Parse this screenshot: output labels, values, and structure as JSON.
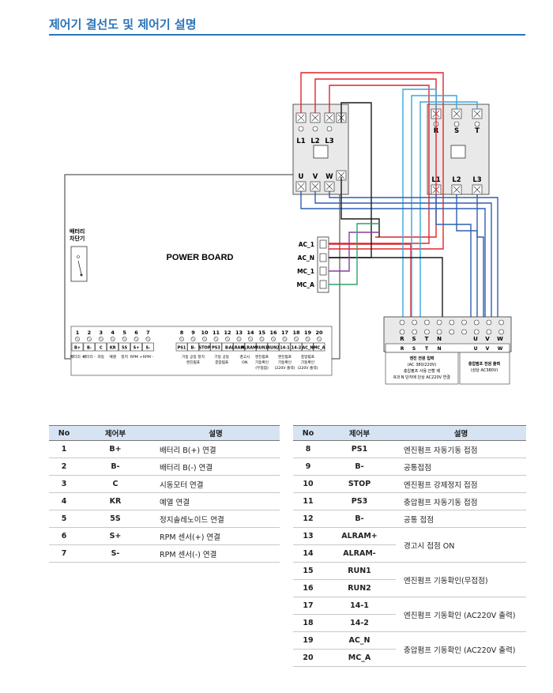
{
  "header": {
    "title": "제어기 결선도 및 제어기 설명"
  },
  "diagram": {
    "power_board_label": "POWER BOARD",
    "battery_label": [
      "배터리",
      "차단기"
    ],
    "contactor_left": {
      "top_labels": [
        "L1",
        "L2",
        "L3"
      ],
      "bottom_labels": [
        "U",
        "V",
        "W"
      ]
    },
    "contactor_right": {
      "top_labels": [
        "R",
        "S",
        "T"
      ],
      "bottom_labels": [
        "L1",
        "L2",
        "L3"
      ]
    },
    "side_terminals": [
      "AC_1",
      "AC_N",
      "MC_1",
      "MC_A"
    ],
    "bottom_terminals": {
      "numbers": [
        "1",
        "2",
        "3",
        "4",
        "5",
        "6",
        "7",
        "8",
        "9",
        "10",
        "11",
        "12",
        "13",
        "14",
        "15",
        "16",
        "17",
        "18",
        "19",
        "20"
      ],
      "labels": [
        "B+",
        "B-",
        "C",
        "KR",
        "5S",
        "S+",
        "S-",
        "PS1",
        "B-",
        "STOP",
        "PS3",
        "B-",
        "ALRAM +",
        "ALRAM -",
        "RUN1",
        "RUN2",
        "14-1",
        "14-2",
        "AC_N",
        "MC_A"
      ],
      "descriptions": [
        [
          "배터리 +"
        ],
        [
          "배터리 -"
        ],
        [
          "자동"
        ],
        [
          "예열"
        ],
        [
          "정지"
        ],
        [
          "RPM +"
        ],
        [
          "RPM -"
        ],
        [
          "기동 공동 정지",
          "엔진펌프"
        ],
        [
          "기동 공동",
          "충압펌프"
        ],
        [
          "경고시",
          "ON"
        ],
        [
          "엔진펌프",
          "기동확인",
          "(무접점)"
        ],
        [
          "엔진펌프",
          "기동확인",
          "(220V 출력)"
        ],
        [
          "충압펌프",
          "기동확인",
          "(220V 출력)"
        ]
      ]
    },
    "input_terminal": {
      "labels": [
        "R",
        "S",
        "T",
        "N",
        "U",
        "V",
        "W"
      ],
      "left_desc": [
        "엔진 전원 입력",
        "(AC 380/220V)",
        "충압펌프 사용 안할 때",
        "R과 N 단자에 단상 AC220V 연결"
      ],
      "right_desc": [
        "충압펌프 전원 출력",
        "(삼상 AC380V)"
      ]
    },
    "wire_colors": {
      "red": "#e0252b",
      "blue": "#2f5fb3",
      "sky": "#35a9df",
      "green": "#2aa36a",
      "purple": "#8a3d9c",
      "black": "#1b1b1b"
    }
  },
  "table_left": {
    "headers": [
      "No",
      "제어부",
      "설명"
    ],
    "rows": [
      {
        "no": "1",
        "code": "B+",
        "desc": "배터리 B(+) 연결"
      },
      {
        "no": "2",
        "code": "B-",
        "desc": "배터리 B(-) 연결"
      },
      {
        "no": "3",
        "code": "C",
        "desc": "시동모터 연결"
      },
      {
        "no": "4",
        "code": "KR",
        "desc": "예열 연결"
      },
      {
        "no": "5",
        "code": "5S",
        "desc": "정지솔레노이드 연결"
      },
      {
        "no": "6",
        "code": "S+",
        "desc": "RPM 센서(+) 연결"
      },
      {
        "no": "7",
        "code": "S-",
        "desc": "RPM 센서(-) 연결"
      }
    ]
  },
  "table_right": {
    "headers": [
      "No",
      "제어부",
      "설명"
    ],
    "rows": [
      {
        "no": "8",
        "code": "PS1",
        "desc": "엔진펌프 자동기동 접점"
      },
      {
        "no": "9",
        "code": "B-",
        "desc": "공통접점"
      },
      {
        "no": "10",
        "code": "STOP",
        "desc": "엔진펌프 강제정지 접점"
      },
      {
        "no": "11",
        "code": "PS3",
        "desc": "충압펌프 자동기동 접점"
      },
      {
        "no": "12",
        "code": "B-",
        "desc": "공통 접점"
      },
      {
        "no": "13",
        "code": "ALRAM+",
        "desc": "경고시 접점 ON"
      },
      {
        "no": "14",
        "code": "ALRAM-",
        "desc": ""
      },
      {
        "no": "15",
        "code": "RUN1",
        "desc": "엔진펌프 기동확인(무접점)"
      },
      {
        "no": "16",
        "code": "RUN2",
        "desc": ""
      },
      {
        "no": "17",
        "code": "14-1",
        "desc": "엔진펌프 기동확인 (AC220V 출력)"
      },
      {
        "no": "18",
        "code": "14-2",
        "desc": ""
      },
      {
        "no": "19",
        "code": "AC_N",
        "desc": "충압펌프 기동확인 (AC220V 출력)"
      },
      {
        "no": "20",
        "code": "MC_A",
        "desc": ""
      }
    ]
  }
}
